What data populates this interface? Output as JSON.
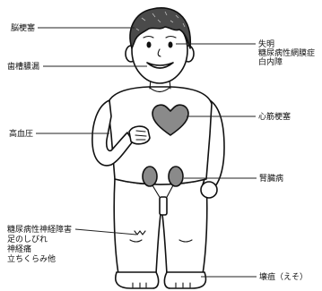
{
  "labels": {
    "brain": "脳梗塞",
    "teeth": "歯槽膿漏",
    "blood_pressure": "高血圧",
    "neuropathy": [
      "糖尿病性神経障害",
      "足のしびれ",
      "神経痛",
      "立ちくらみ他"
    ],
    "eye": [
      "失明",
      "糖尿病性網膜症",
      "白内障"
    ],
    "heart": "心筋梗塞",
    "kidney": "腎臓病",
    "gangrene": "壊疽（えそ）"
  },
  "colors": {
    "organ": "#8a8a8a",
    "hair": "#4a4a4a",
    "line": "#222222"
  }
}
